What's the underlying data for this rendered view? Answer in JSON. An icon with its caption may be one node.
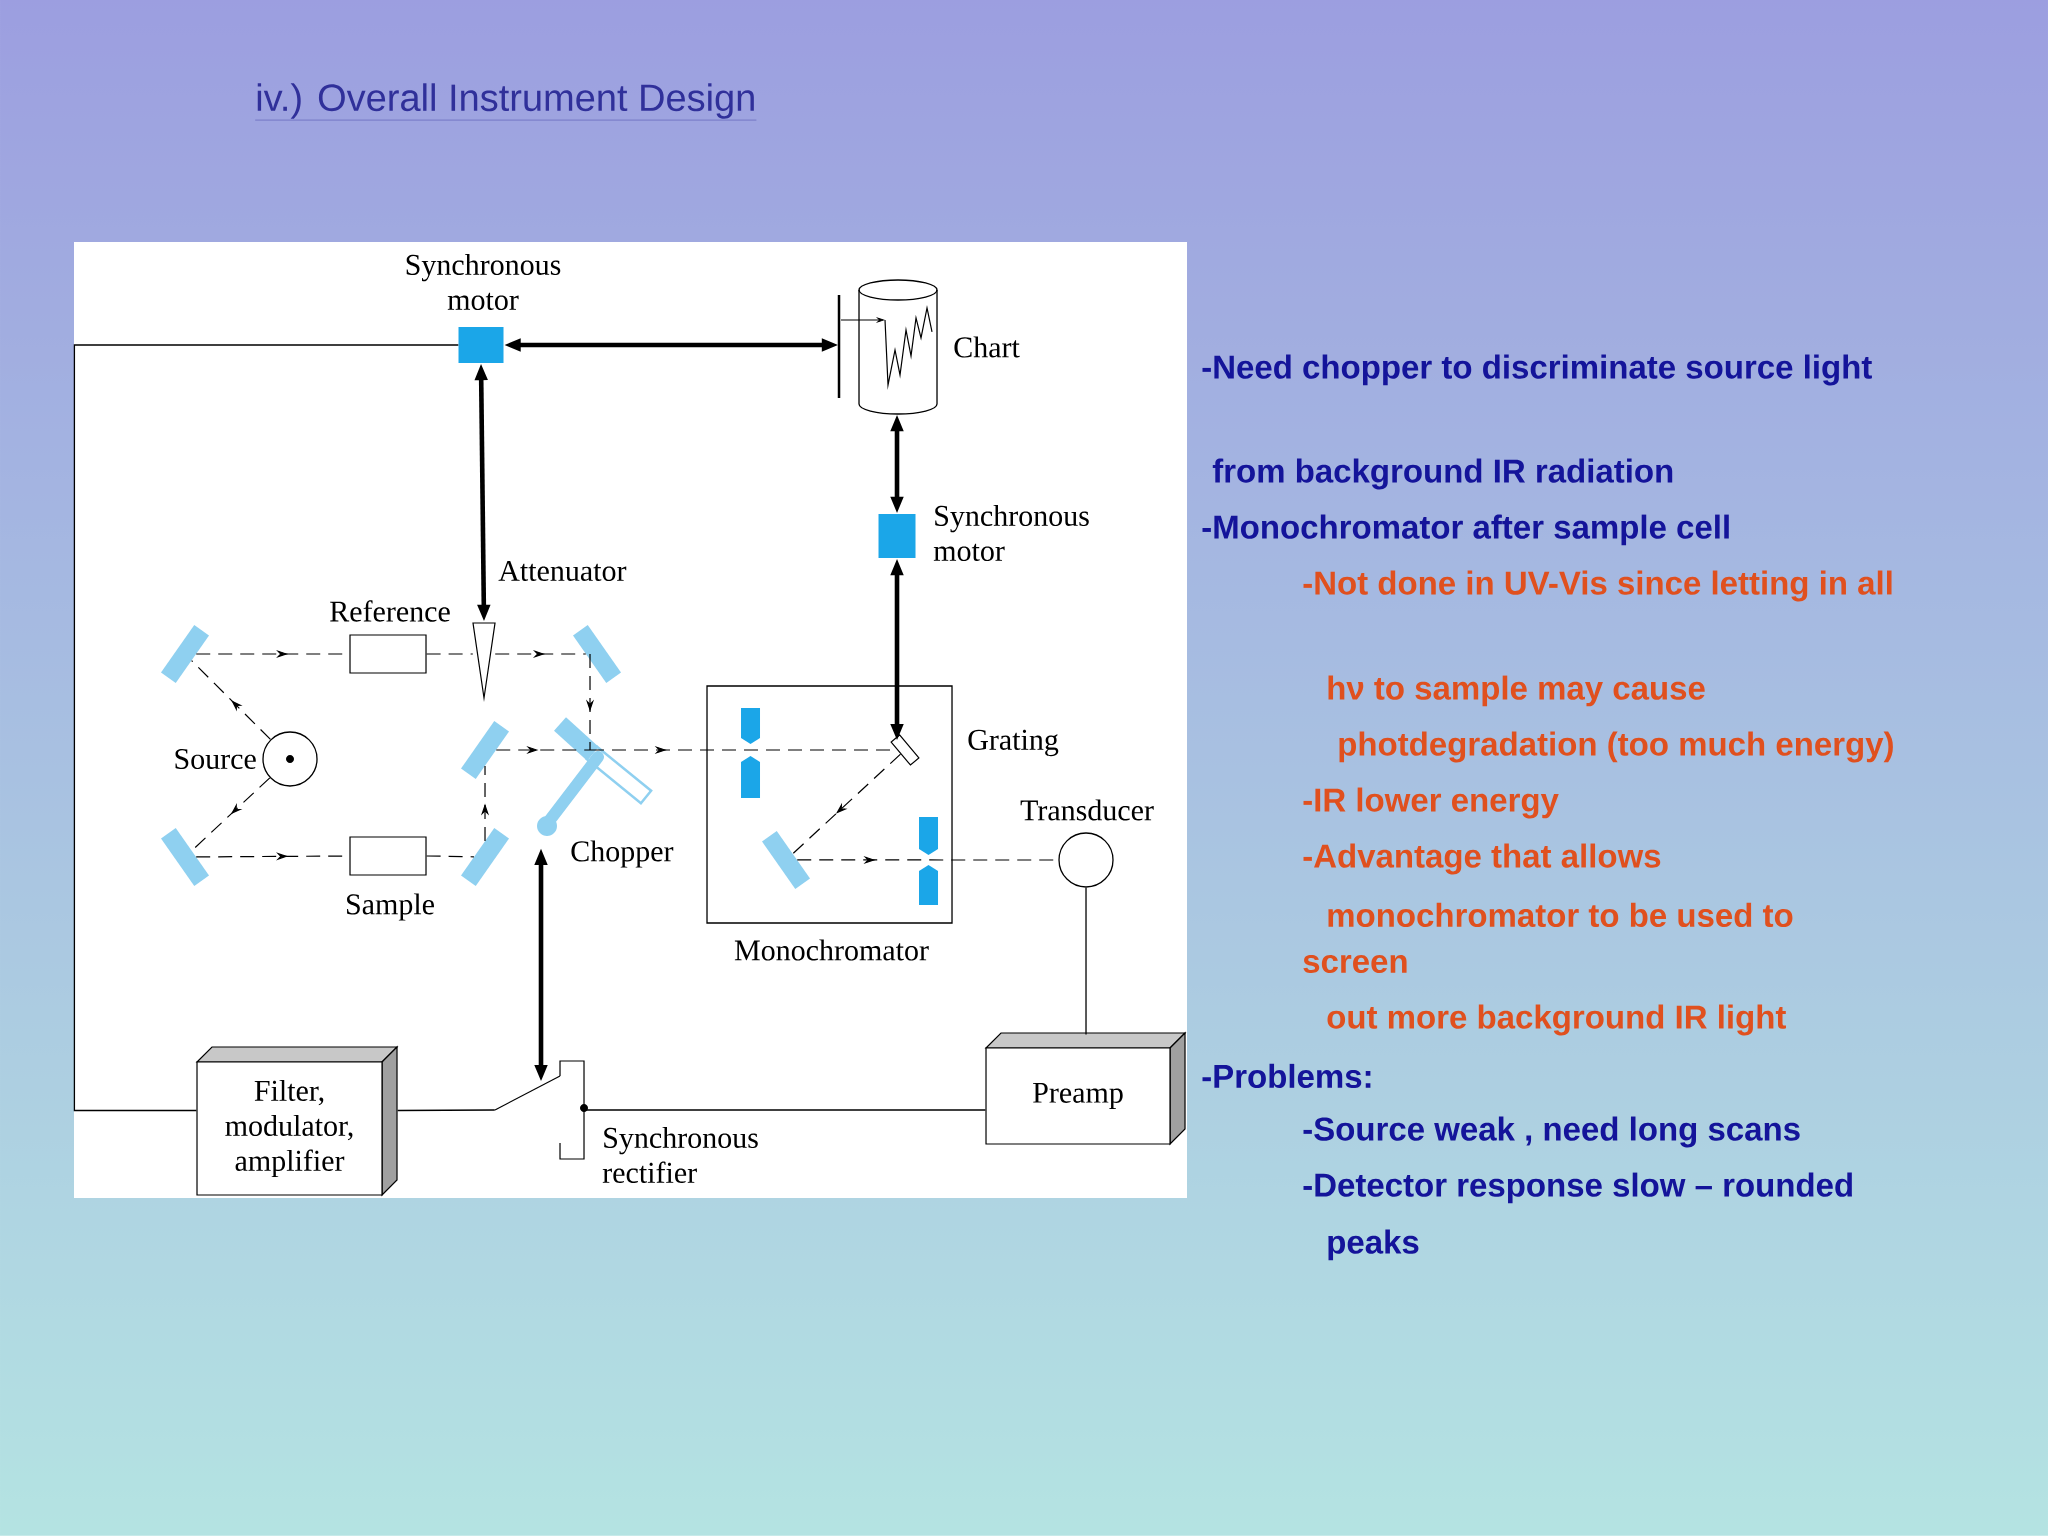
{
  "diagram": {
    "title": "iv.) Overall Instrument Design",
    "nodes": [
      {
        "text": [
          "Synchronous motor"
        ]
      },
      {
        "text": [
          "Chart"
        ]
      },
      {
        "text": [
          "Synchronous motor"
        ]
      },
      {
        "text": [
          "Attenuator"
        ]
      },
      {
        "text": [
          "Reference"
        ]
      },
      {
        "text": [
          "Source"
        ]
      },
      {
        "text": [],
        "shape": "bar"
      },
      {
        "text": [],
        "shape": "bar"
      },
      {
        "text": [],
        "shape": "bar"
      },
      {
        "text": [],
        "shape": "bar"
      },
      {
        "text": [],
        "shape": "bar"
      },
      {
        "text": [
          "Sample"
        ]
      },
      {
        "text": [
          "Chopper"
        ]
      },
      {
        "text": [
          "Monochromator"
        ]
      },
      {
        "text": [
          "Grating"
        ],
        "in": 13
      },
      {
        "text": [],
        "shape": "bar",
        "in": 13
      },
      {
        "text": [
          "Transducer"
        ]
      },
      {
        "text": [
          "Filter, modulator, amplifier"
        ]
      },
      {
        "text": [
          "Synchronous rectifier"
        ]
      },
      {
        "text": [
          "Preamp"
        ]
      }
    ],
    "edges": [
      {
        "from": 0,
        "to": 1,
        "arrow": "both",
        "style": "thick"
      },
      {
        "from": 0,
        "to": 3,
        "arrow": "both",
        "style": "thick"
      },
      {
        "from": 1,
        "to": 2,
        "arrow": "both",
        "style": "thick"
      },
      {
        "from": 2,
        "to": 14,
        "arrow": "both",
        "style": "thick"
      },
      {
        "from": 12,
        "to": 18,
        "arrow": "both",
        "style": "thick"
      },
      {
        "from": 17,
        "to": 0,
        "arrow": "none"
      },
      {
        "from": 17,
        "to": 18,
        "arrow": "none"
      },
      {
        "from": 18,
        "to": 19,
        "arrow": "none"
      },
      {
        "from": 19,
        "to": 16,
        "arrow": "none"
      },
      {
        "from": 5,
        "to": 6,
        "arrow": "to",
        "style": "dashed"
      },
      {
        "from": 5,
        "to": 7,
        "arrow": "to",
        "style": "dashed"
      },
      {
        "from": 6,
        "to": 4,
        "arrow": "to",
        "style": "dashed"
      },
      {
        "from": 4,
        "to": 3,
        "arrow": "none",
        "style": "dashed"
      },
      {
        "from": 3,
        "to": 8,
        "arrow": "to",
        "style": "dashed"
      },
      {
        "from": 8,
        "to": 12,
        "arrow": "to",
        "style": "dashed"
      },
      {
        "from": 7,
        "to": 11,
        "arrow": "to",
        "style": "dashed"
      },
      {
        "from": 11,
        "to": 10,
        "arrow": "none",
        "style": "dashed"
      },
      {
        "from": 10,
        "to": 9,
        "arrow": "to",
        "style": "dashed"
      },
      {
        "from": 9,
        "to": 12,
        "arrow": "to",
        "style": "dashed"
      },
      {
        "from": 12,
        "to": 14,
        "arrow": "to",
        "style": "dashed"
      },
      {
        "from": 14,
        "to": 15,
        "arrow": "to",
        "style": "dashed"
      },
      {
        "from": 15,
        "to": 16,
        "arrow": "to",
        "style": "dashed"
      }
    ],
    "labels": [
      "-Need chopper to discriminate source light",
      "from background IR radiation",
      "-Monochromator after sample cell",
      "-Not done in UV-Vis since letting in all",
      "hν to sample may cause",
      "photdegradation (too much energy)",
      "-IR lower energy",
      "-Advantage that allows",
      "monochromator to be used to",
      "screen",
      "out more background IR light",
      "-Problems:",
      "-Source weak , need long scans",
      "-Detector response slow – rounded",
      "peaks"
    ]
  }
}
